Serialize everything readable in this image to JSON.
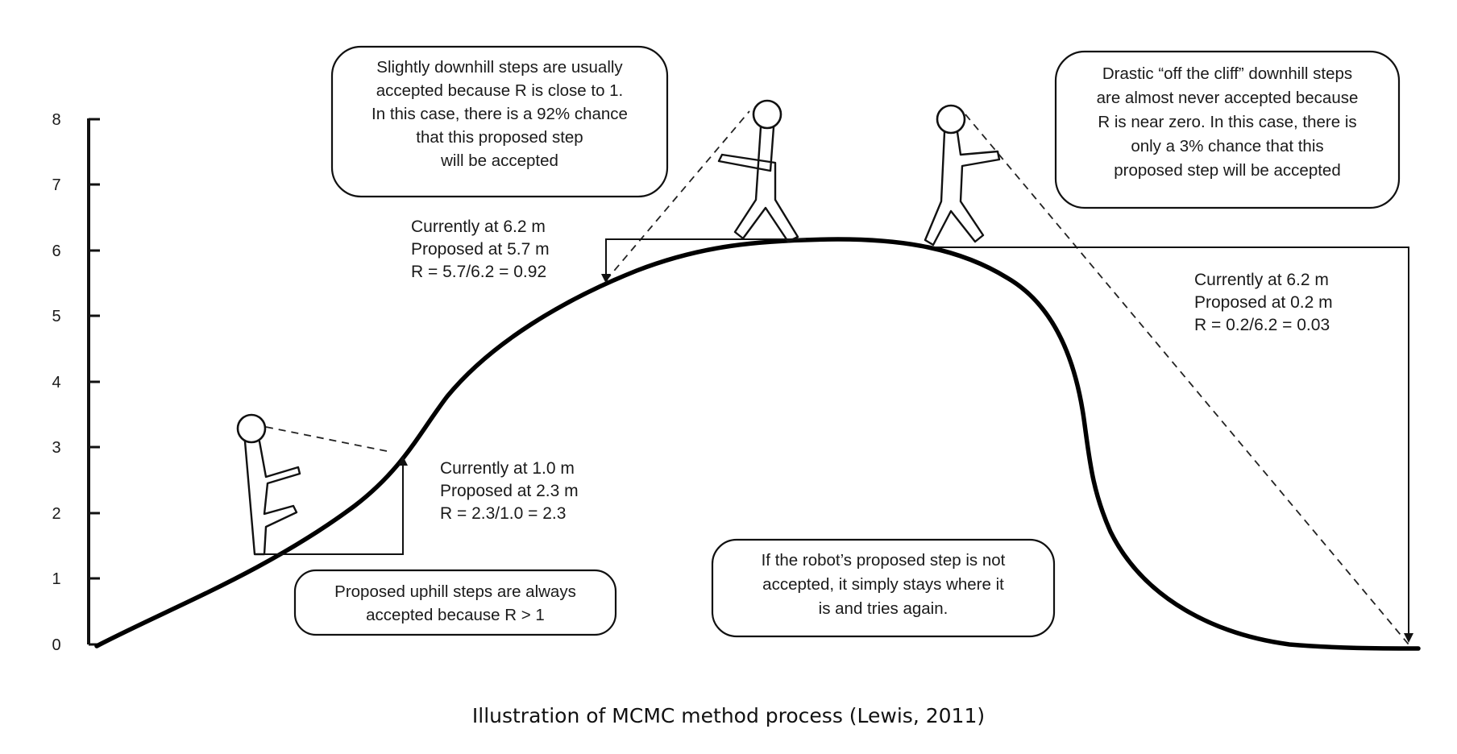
{
  "y_axis": {
    "ticks": [
      "0",
      "1",
      "2",
      "3",
      "4",
      "5",
      "6",
      "7",
      "8"
    ]
  },
  "bubbles": {
    "downhill_slight": [
      "Slightly downhill steps are usually",
      "accepted because R is close to 1.",
      "In this case, there is a 92% chance",
      "that this proposed step",
      "will be accepted"
    ],
    "downhill_drastic": [
      "Drastic “off the cliff” downhill steps",
      "are almost never accepted because",
      "R is near zero. In this case, there is",
      "only a 3% chance that this",
      "proposed step will be accepted"
    ],
    "uphill": [
      "Proposed uphill steps are always",
      "accepted because R > 1"
    ],
    "not_accepted": [
      "If the robot’s proposed step is not",
      "accepted, it simply stays where it",
      "is and tries again."
    ]
  },
  "steps": {
    "uphill": [
      "Currently at 1.0 m",
      "Proposed at 2.3 m",
      "R = 2.3/1.0 = 2.3"
    ],
    "slight_downhill": [
      "Currently at 6.2 m",
      "Proposed at 5.7 m",
      "R = 5.7/6.2 = 0.92"
    ],
    "cliff": [
      "Currently at 6.2 m",
      "Proposed at 0.2 m",
      "R = 0.2/6.2 = 0.03"
    ]
  },
  "caption": "Illustration of MCMC method process (Lewis, 2011)"
}
